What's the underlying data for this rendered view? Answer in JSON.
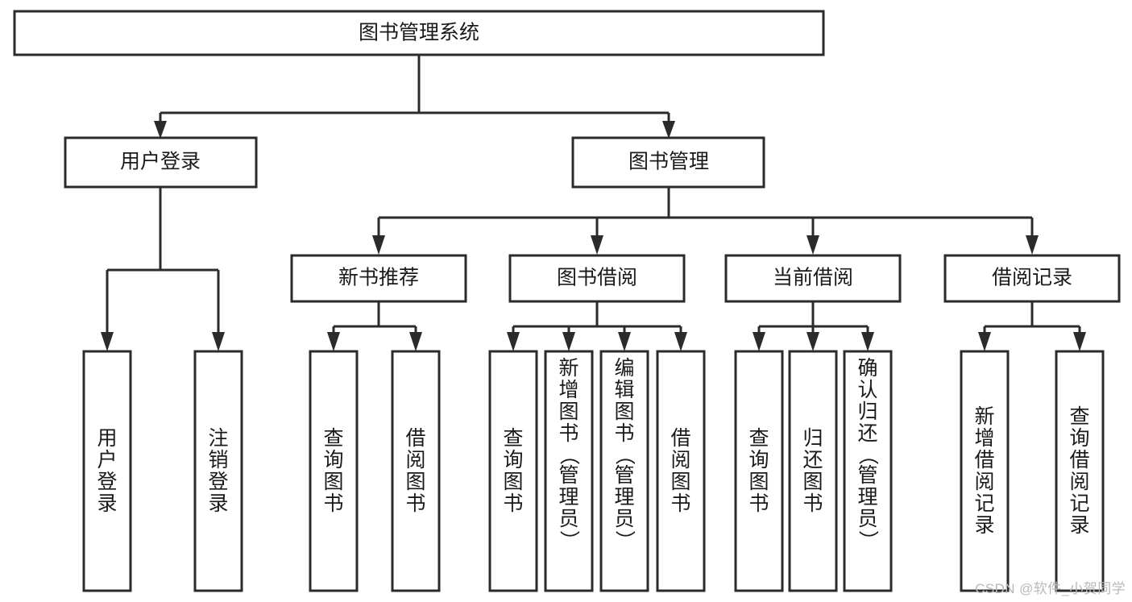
{
  "diagram": {
    "type": "tree",
    "title": "图书管理系统",
    "orientation": "top-down",
    "root": {
      "id": "root",
      "label": "图书管理系统",
      "text_orientation": "horizontal"
    },
    "level1": [
      {
        "id": "user-login",
        "label": "用户登录",
        "text_orientation": "horizontal"
      },
      {
        "id": "book-manage",
        "label": "图书管理",
        "text_orientation": "horizontal"
      }
    ],
    "level2": [
      {
        "id": "new-book-rec",
        "label": "新书推荐",
        "parent": "book-manage",
        "text_orientation": "horizontal"
      },
      {
        "id": "book-borrow",
        "label": "图书借阅",
        "parent": "book-manage",
        "text_orientation": "horizontal"
      },
      {
        "id": "current-borrow",
        "label": "当前借阅",
        "parent": "book-manage",
        "text_orientation": "horizontal"
      },
      {
        "id": "borrow-record",
        "label": "借阅记录",
        "parent": "book-manage",
        "text_orientation": "horizontal"
      }
    ],
    "leaves": [
      {
        "id": "leaf-user-login",
        "label": "用户登录",
        "parent": "user-login",
        "text_orientation": "vertical"
      },
      {
        "id": "leaf-user-logout",
        "label": "注销登录",
        "parent": "user-login",
        "text_orientation": "vertical"
      },
      {
        "id": "leaf-query-book-1",
        "label": "查询图书",
        "parent": "new-book-rec",
        "text_orientation": "vertical"
      },
      {
        "id": "leaf-borrow-book-1",
        "label": "借阅图书",
        "parent": "new-book-rec",
        "text_orientation": "vertical"
      },
      {
        "id": "leaf-query-book-2",
        "label": "查询图书",
        "parent": "book-borrow",
        "text_orientation": "vertical"
      },
      {
        "id": "leaf-add-book",
        "label": "新增图书（管理员）",
        "parent": "book-borrow",
        "text_orientation": "vertical"
      },
      {
        "id": "leaf-edit-book",
        "label": "编辑图书（管理员）",
        "parent": "book-borrow",
        "text_orientation": "vertical"
      },
      {
        "id": "leaf-borrow-book-2",
        "label": "借阅图书",
        "parent": "book-borrow",
        "text_orientation": "vertical"
      },
      {
        "id": "leaf-query-book-3",
        "label": "查询图书",
        "parent": "current-borrow",
        "text_orientation": "vertical"
      },
      {
        "id": "leaf-return-book",
        "label": "归还图书",
        "parent": "current-borrow",
        "text_orientation": "vertical"
      },
      {
        "id": "leaf-confirm-return",
        "label": "确认归还（管理员）",
        "parent": "current-borrow",
        "text_orientation": "vertical"
      },
      {
        "id": "leaf-add-record",
        "label": "新增借阅记录",
        "parent": "borrow-record",
        "text_orientation": "vertical"
      },
      {
        "id": "leaf-query-record",
        "label": "查询借阅记录",
        "parent": "borrow-record",
        "text_orientation": "vertical"
      }
    ]
  },
  "colors": {
    "stroke": "#2b2b2b",
    "box_fill": "#ffffff",
    "text": "#1a1a1a",
    "background": "#ffffff",
    "watermark": "#b9b9b9"
  },
  "watermark": {
    "text": "CSDN @软件_小贺同学"
  }
}
